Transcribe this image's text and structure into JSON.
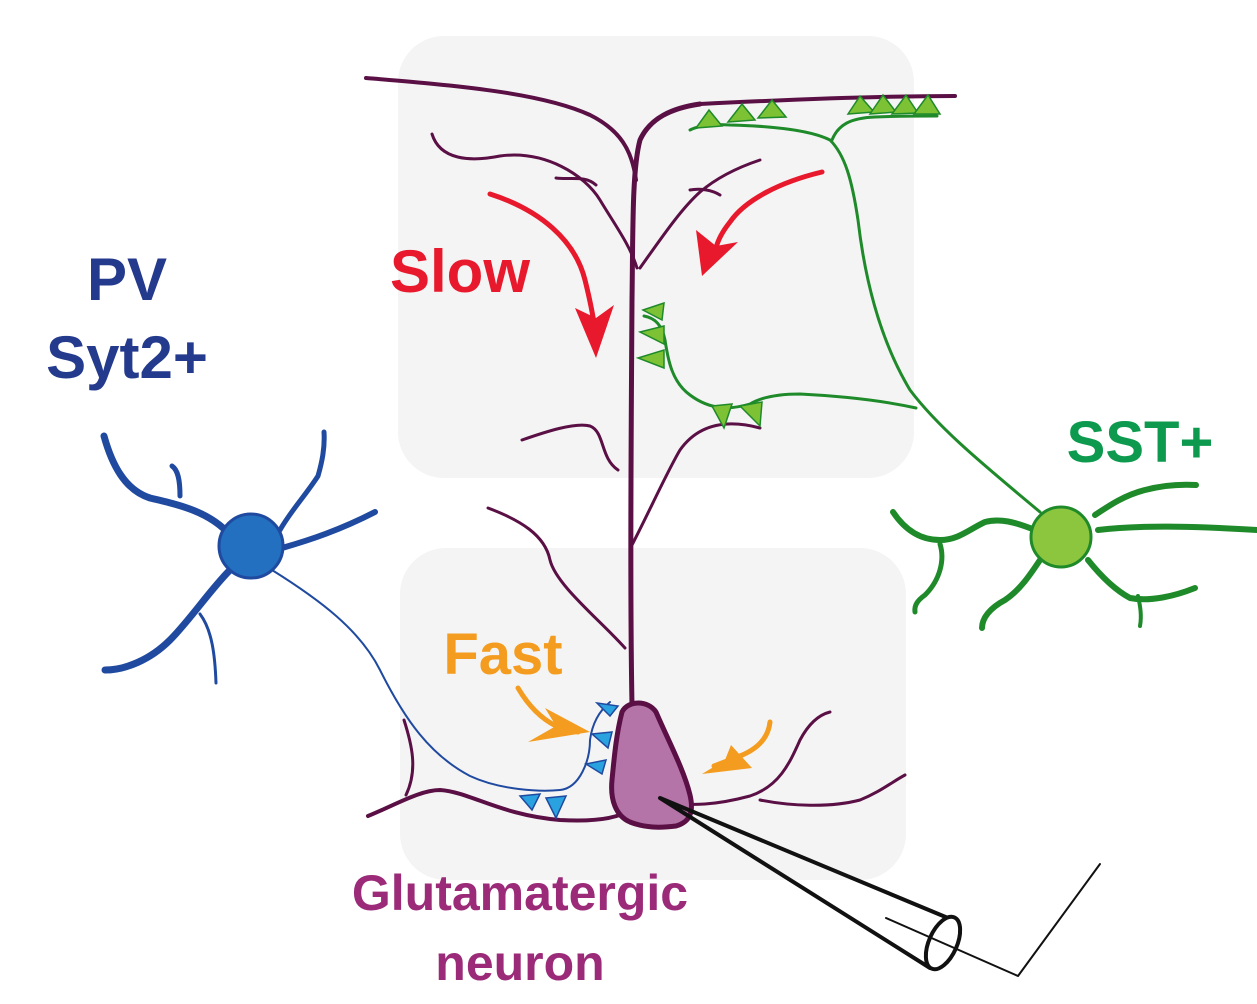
{
  "labels": {
    "pv_line1": "PV",
    "pv_line2": "Syt2+",
    "sst": "SST+",
    "slow": "Slow",
    "fast": "Fast",
    "glut_line1": "Glutamatergic",
    "glut_line2": "neuron"
  },
  "colors": {
    "pyramidal": "#5a0f45",
    "soma": "#b574a8",
    "pv_text": "#243a8c",
    "pv_cell": "#1f4aa0",
    "pv_soma": "#2270bf",
    "pv_synapse": "#2aa2e0",
    "sst_text": "#0e9a4e",
    "sst_cell": "#1f8a2a",
    "sst_soma": "#8cc63f",
    "sst_synapse": "#7cc234",
    "slow": "#e8192c",
    "fast": "#f39c1f",
    "glut_text": "#9b2a78",
    "electrode": "#111111",
    "panel": "#f4f4f4"
  }
}
